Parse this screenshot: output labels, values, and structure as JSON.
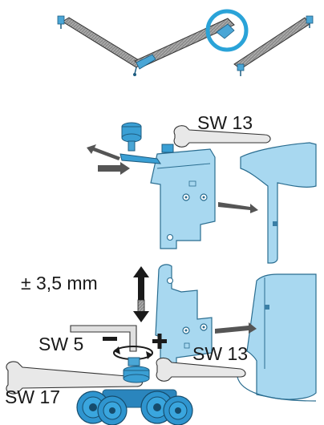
{
  "labels": {
    "wrench_top": "SW 13",
    "adjust_range": "± 3,5 mm",
    "allen_key": "SW 5",
    "minus_sign": "−",
    "plus_sign": "+",
    "wrench_middle": "SW 13",
    "wrench_bottom": "SW 17"
  },
  "colors": {
    "part_fill": "#a8d8f0",
    "part_stroke": "#2a6d90",
    "part_dark": "#3a9fd4",
    "rail_fill": "#9a9a9a",
    "wrench_fill": "#e8e8e8",
    "highlight_ring": "#2aa3d8",
    "ink": "#1a1a1a"
  },
  "icons": {
    "up_down_arrow": "double-arrow-vertical-icon",
    "rotation": "rotation-arrow-icon",
    "highlight": "highlight-circle-icon"
  }
}
